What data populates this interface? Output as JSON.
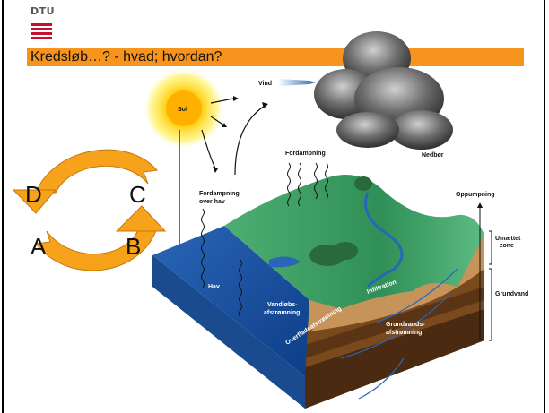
{
  "header": {
    "logo_text": "DTU",
    "title": "Kredsløb…? - hvad; hvordan?"
  },
  "cycle": {
    "labels": [
      "A",
      "B",
      "C",
      "D"
    ]
  },
  "diagram_labels": {
    "sun": "Sol",
    "wind": "Vind",
    "precipitation": "Nedbør",
    "evaporation": "Fordampning",
    "evaporation_sea_1": "Fordampning",
    "evaporation_sea_2": "over hav",
    "pumping": "Oppumpning",
    "unsaturated_1": "Umættet",
    "unsaturated_2": "zone",
    "groundwater": "Grundvand",
    "sea": "Hav",
    "stream_runoff_1": "Vandløbs-",
    "stream_runoff_2": "afstrømning",
    "surface_runoff": "Overfladeafstrømning",
    "infiltration": "Infiltration",
    "gw_runoff_1": "Grundvands-",
    "gw_runoff_2": "afstrømning"
  },
  "colors": {
    "accent_bar": "#f7941d",
    "arrow_orange": "#f7a21b",
    "sun_yellow": "#ffd21a",
    "sea_blue": "#1e5aa8",
    "land_green": "#3c9a5c"
  }
}
